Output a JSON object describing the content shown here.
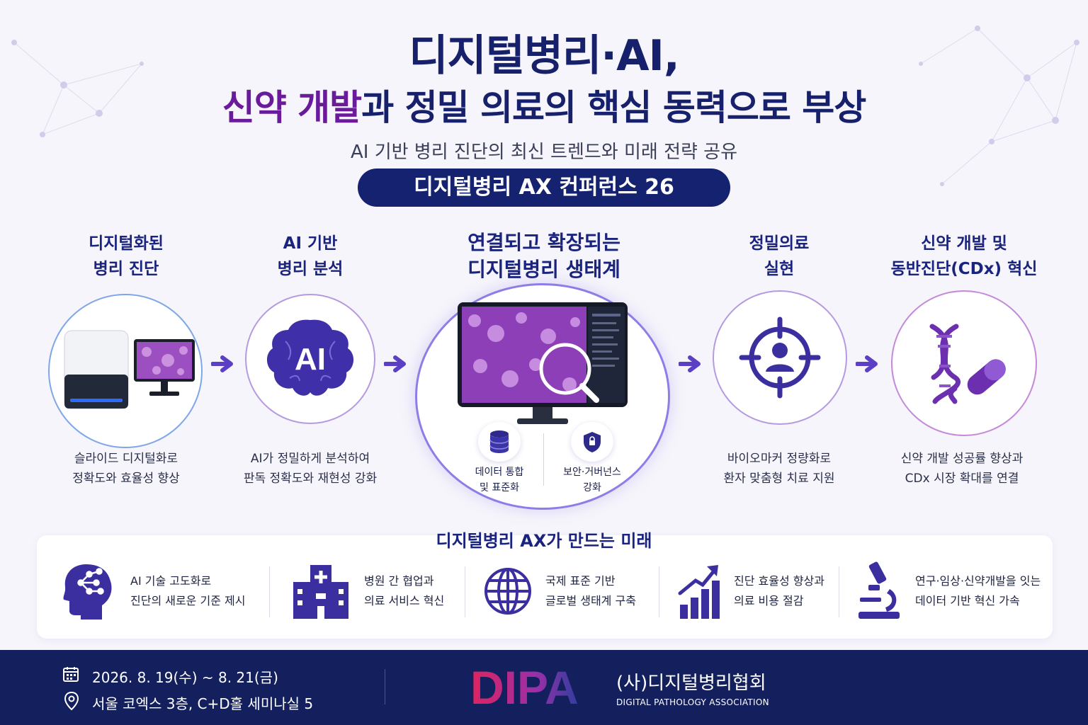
{
  "header": {
    "title_line1": "디지털병리·AI,",
    "title_line2_highlight": "신약 개발",
    "title_line2_rest": "과 정밀 의료의 핵심 동력으로 부상",
    "subtitle": "AI 기반 병리 진단의 최신 트렌드와 미래 전략 공유",
    "conference_name": "디지털병리 AX 컨퍼런스 26"
  },
  "stages": [
    {
      "title_line1": "디지털화된",
      "title_line2": "병리 진단",
      "desc_line1": "슬라이드 디지털화로",
      "desc_line2": "정확도와 효율성 향상",
      "icon": "slide-scanner-monitor-icon"
    },
    {
      "title_line1": "AI 기반",
      "title_line2": "병리 분석",
      "desc_line1": "AI가 정밀하게 분석하여",
      "desc_line2": "판독 정확도와 재현성 강화",
      "icon": "ai-brain-icon",
      "icon_text": "AI"
    },
    {
      "title_line1": "연결되고 확장되는",
      "title_line2": "디지털병리 생태계",
      "icon": "monitor-magnifier-icon",
      "sub_items": [
        {
          "label_line1": "데이터 통합",
          "label_line2": "및 표준화",
          "icon": "database-icon"
        },
        {
          "label_line1": "보안·거버넌스",
          "label_line2": "강화",
          "icon": "shield-icon"
        }
      ]
    },
    {
      "title_line1": "정밀의료",
      "title_line2": "실현",
      "desc_line1": "바이오마커 정량화로",
      "desc_line2": "환자 맞춤형 치료 지원",
      "icon": "target-person-icon"
    },
    {
      "title_line1": "신약 개발 및",
      "title_line2": "동반진단(CDx) 혁신",
      "desc_line1": "신약 개발 성공률 향상과",
      "desc_line2": "CDx 시장 확대를 연결",
      "icon": "dna-pill-icon"
    }
  ],
  "future": {
    "title": "디지털병리 AX가 만드는 미래",
    "items": [
      {
        "line1": "AI 기술 고도화로",
        "line2": "진단의 새로운 기준 제시",
        "icon": "ai-head-icon"
      },
      {
        "line1": "병원 간 협업과",
        "line2": "의료 서비스 혁신",
        "icon": "hospital-icon"
      },
      {
        "line1": "국제 표준 기반",
        "line2": "글로벌 생태계 구축",
        "icon": "globe-icon"
      },
      {
        "line1": "진단 효율성 향상과",
        "line2": "의료 비용 절감",
        "icon": "growth-chart-icon"
      },
      {
        "line1": "연구·임상·신약개발을 잇는",
        "line2": "데이터 기반 혁신 가속",
        "icon": "microscope-icon"
      }
    ]
  },
  "footer": {
    "date": "2026. 8. 19(수) ~ 8. 21(금)",
    "venue": "서울 코엑스 3층, C+D홀 세미나실 5",
    "logo_text": "DIPA",
    "org_name": "(사)디지털병리협회",
    "org_english": "DIGITAL PATHOLOGY ASSOCIATION"
  },
  "colors": {
    "navy": "#14205e",
    "purple": "#6a1b9a",
    "accent": "#5b3fc4"
  }
}
